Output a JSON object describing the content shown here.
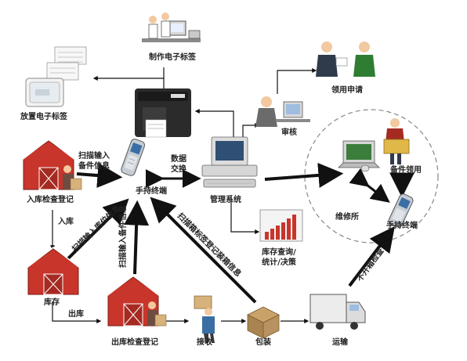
{
  "labels": {
    "make_tag": "制作电子标签",
    "place_tag": "放置电子标签",
    "apply": "领用申请",
    "audit": "审核",
    "scan_input_1": "扫描输入",
    "scan_input_2": "备件信息",
    "data_1": "数据",
    "data_2": "交换",
    "handheld_top": "手持终端",
    "mgmt": "管理系统",
    "maintenance": "维修所",
    "spare_use": "备件领用",
    "handheld_right": "手持终端",
    "inbound_check": "入库检查登记",
    "ruku": "入库",
    "stock": "库存",
    "chuku": "出库",
    "outbound_check": "出库检查登记",
    "receive": "接收",
    "pack": "包装",
    "transport": "运输",
    "query_1": "库存查询/",
    "query_2": "统计/决策",
    "diag_inbound": "扫描输入库位信息",
    "diag_outbound": "扫描输入备件信息",
    "diag_pack": "扫描箱标签登记装箱信息",
    "diag_noopen": "不开箱检查"
  },
  "colors": {
    "barn_red": "#c8352b",
    "arrow": "#111111",
    "terminal_blue": "#3a6ea5"
  }
}
